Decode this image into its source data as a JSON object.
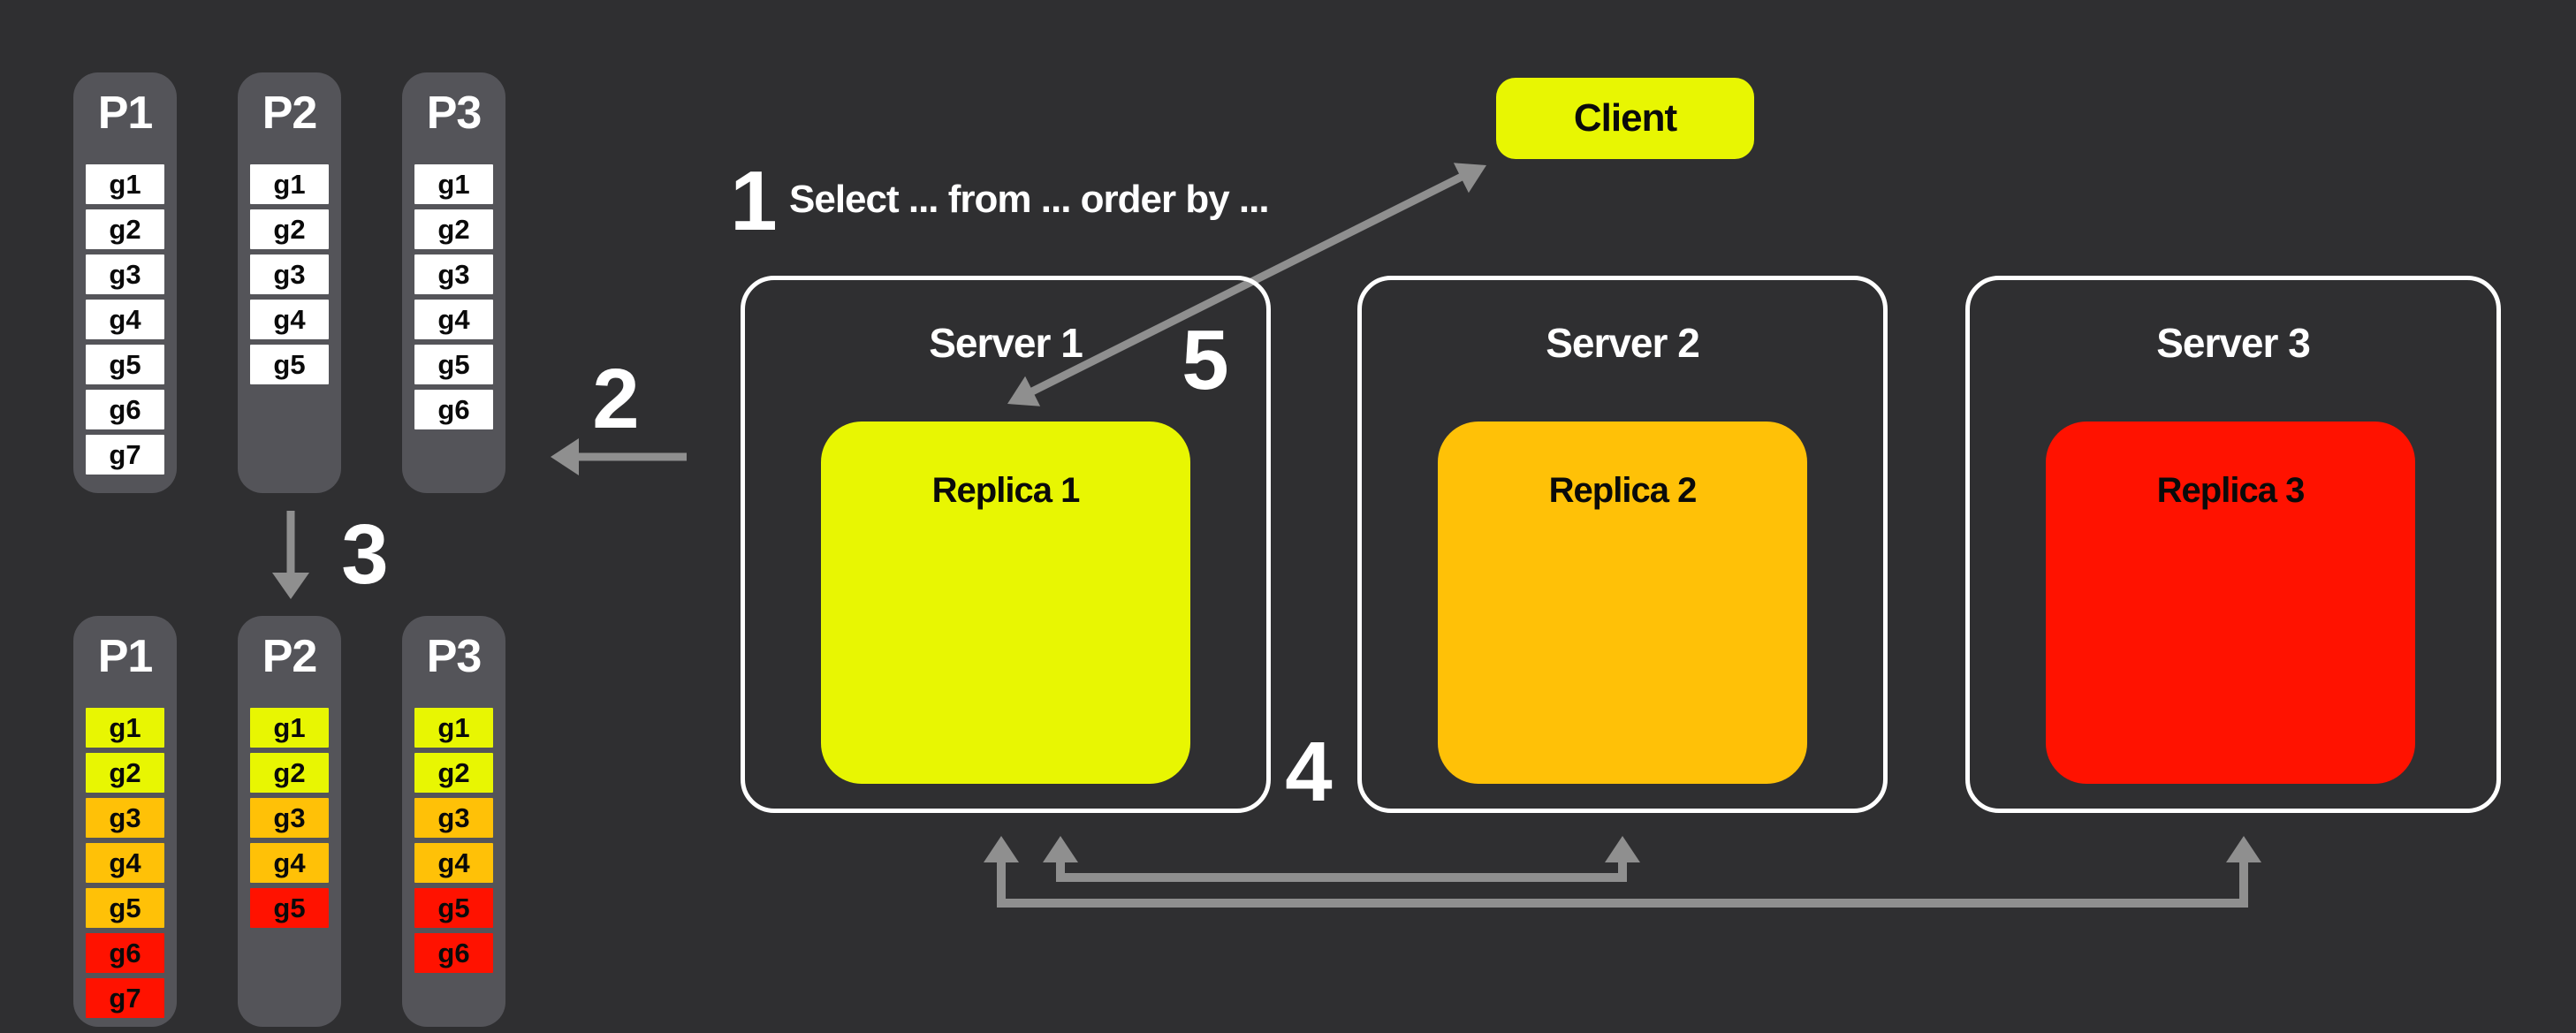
{
  "palette": {
    "background": "#2F2F31",
    "column": "#545459",
    "arrow": "#8F8F8F",
    "server_border": "#FFFFFF",
    "white": "#FFFFFF",
    "yellow": "#E8F602",
    "orange": "#FFC107",
    "red": "#FF1200"
  },
  "annotations": {
    "step1": "1",
    "step2": "2",
    "step3": "3",
    "step4": "4",
    "step5": "5",
    "query": "Select ... from ... order by ..."
  },
  "client": {
    "label": "Client",
    "color": "#E8F602"
  },
  "servers": [
    {
      "label": "Server 1",
      "replica": {
        "label": "Replica 1",
        "color": "#E8F602"
      }
    },
    {
      "label": "Server 2",
      "replica": {
        "label": "Replica 2",
        "color": "#FFC107"
      }
    },
    {
      "label": "Server 3",
      "replica": {
        "label": "Replica 3",
        "color": "#FF1200"
      }
    }
  ],
  "partitions": {
    "top": [
      {
        "label": "P1",
        "cells": [
          {
            "label": "g1",
            "color_key": "white"
          },
          {
            "label": "g2",
            "color_key": "white"
          },
          {
            "label": "g3",
            "color_key": "white"
          },
          {
            "label": "g4",
            "color_key": "white"
          },
          {
            "label": "g5",
            "color_key": "white"
          },
          {
            "label": "g6",
            "color_key": "white"
          },
          {
            "label": "g7",
            "color_key": "white"
          }
        ]
      },
      {
        "label": "P2",
        "cells": [
          {
            "label": "g1",
            "color_key": "white"
          },
          {
            "label": "g2",
            "color_key": "white"
          },
          {
            "label": "g3",
            "color_key": "white"
          },
          {
            "label": "g4",
            "color_key": "white"
          },
          {
            "label": "g5",
            "color_key": "white"
          }
        ]
      },
      {
        "label": "P3",
        "cells": [
          {
            "label": "g1",
            "color_key": "white"
          },
          {
            "label": "g2",
            "color_key": "white"
          },
          {
            "label": "g3",
            "color_key": "white"
          },
          {
            "label": "g4",
            "color_key": "white"
          },
          {
            "label": "g5",
            "color_key": "white"
          },
          {
            "label": "g6",
            "color_key": "white"
          }
        ]
      }
    ],
    "bottom": [
      {
        "label": "P1",
        "cells": [
          {
            "label": "g1",
            "color_key": "yellow"
          },
          {
            "label": "g2",
            "color_key": "yellow"
          },
          {
            "label": "g3",
            "color_key": "orange"
          },
          {
            "label": "g4",
            "color_key": "orange"
          },
          {
            "label": "g5",
            "color_key": "orange"
          },
          {
            "label": "g6",
            "color_key": "red"
          },
          {
            "label": "g7",
            "color_key": "red"
          }
        ]
      },
      {
        "label": "P2",
        "cells": [
          {
            "label": "g1",
            "color_key": "yellow"
          },
          {
            "label": "g2",
            "color_key": "yellow"
          },
          {
            "label": "g3",
            "color_key": "orange"
          },
          {
            "label": "g4",
            "color_key": "orange"
          },
          {
            "label": "g5",
            "color_key": "red"
          }
        ]
      },
      {
        "label": "P3",
        "cells": [
          {
            "label": "g1",
            "color_key": "yellow"
          },
          {
            "label": "g2",
            "color_key": "yellow"
          },
          {
            "label": "g3",
            "color_key": "orange"
          },
          {
            "label": "g4",
            "color_key": "orange"
          },
          {
            "label": "g5",
            "color_key": "red"
          },
          {
            "label": "g6",
            "color_key": "red"
          }
        ]
      }
    ]
  }
}
